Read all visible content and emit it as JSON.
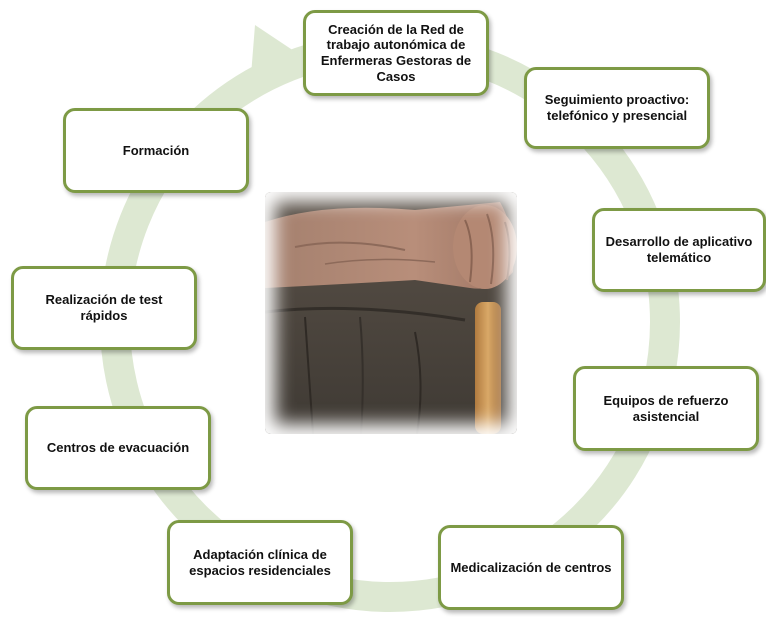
{
  "diagram": {
    "nodes": [
      {
        "id": "red",
        "label": "Creación de la Red de trabajo autonómica de Enfermeras Gestoras de Casos"
      },
      {
        "id": "seguimiento",
        "label": "Seguimiento proactivo: telefónico y presencial"
      },
      {
        "id": "aplicativo",
        "label": "Desarrollo de aplicativo telemático"
      },
      {
        "id": "refuerzo",
        "label": "Equipos de refuerzo asistencial"
      },
      {
        "id": "medicalizacion",
        "label": "Medicalización de centros"
      },
      {
        "id": "adaptacion",
        "label": "Adaptación clínica de espacios residenciales"
      },
      {
        "id": "evacuacion",
        "label": "Centros de evacuación"
      },
      {
        "id": "test",
        "label": "Realización de test rápidos"
      },
      {
        "id": "formacion",
        "label": "Formación"
      }
    ],
    "cycle_direction": "clockwise",
    "colors": {
      "node_border": "#7d9a45",
      "ring": "#dde8d2",
      "text": "#111111"
    },
    "center_image": "elderly-hands-on-walking-cane-photo"
  }
}
